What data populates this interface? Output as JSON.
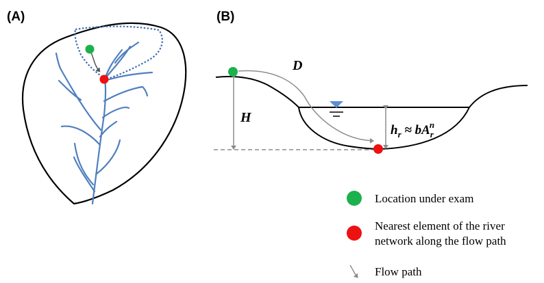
{
  "panels": {
    "a_label": "(A)",
    "b_label": "(B)"
  },
  "cross_section": {
    "distance_label": "D",
    "height_label": "H",
    "relation": {
      "h": "h",
      "h_sub": "r",
      "approx": " ≈ ",
      "b": "bA",
      "a_sub": "r",
      "a_sup": "n"
    }
  },
  "legend": {
    "location": {
      "label": "Location under exam",
      "color": "#1bb14c",
      "icon": "green-dot"
    },
    "nearest": {
      "label_line1": "Nearest element of the river",
      "label_line2": "network along the flow path",
      "color": "#ee1111",
      "icon": "red-dot"
    },
    "flow": {
      "label": "Flow path",
      "color": "#888888",
      "icon": "curved-arrow"
    }
  },
  "colors": {
    "river": "#4f7fbf",
    "basin_boundary": "#000000",
    "catchment_dotted": "#3f6fb4",
    "water_marker": "#5b8fd6",
    "guide_lines": "#8c8c8c"
  }
}
